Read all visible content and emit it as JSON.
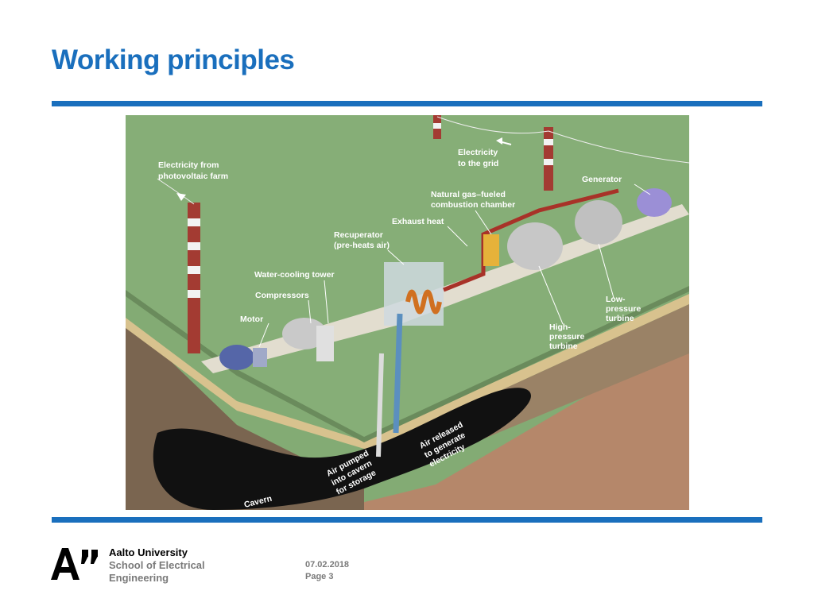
{
  "slide": {
    "title": "Working principles"
  },
  "diagram": {
    "labels": {
      "electricity_from_pv": [
        "Electricity from",
        "photovoltaic farm"
      ],
      "electricity_to_grid": [
        "Electricity",
        "to the grid"
      ],
      "generator": [
        "Generator"
      ],
      "combustion_chamber": [
        "Natural gas–fueled",
        "combustion chamber"
      ],
      "exhaust_heat": [
        "Exhaust heat"
      ],
      "recuperator": [
        "Recuperator",
        "(pre-heats air)"
      ],
      "water_cooling_tower": [
        "Water-cooling tower"
      ],
      "compressors": [
        "Compressors"
      ],
      "motor": [
        "Motor"
      ],
      "low_pressure_turbine": [
        "Low-",
        "pressure",
        "turbine"
      ],
      "high_pressure_turbine": [
        "High-",
        "pressure",
        "turbine"
      ],
      "air_released": [
        "Air released",
        "to generate",
        "electricity"
      ],
      "air_pumped": [
        "Air pumped",
        "into cavern",
        "for storage"
      ],
      "cavern": [
        "Cavern"
      ]
    }
  },
  "footer": {
    "logo_text": "A”",
    "university": "Aalto University",
    "school_line1": "School of Electrical",
    "school_line2": "Engineering",
    "date": "07.02.2018",
    "page": "Page 3"
  }
}
